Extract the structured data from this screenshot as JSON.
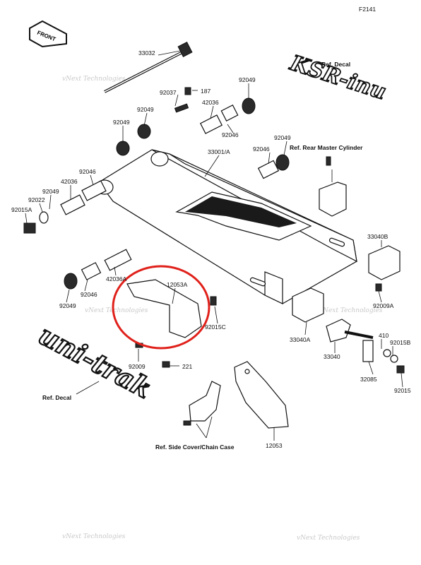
{
  "figure_code": "F2141",
  "front_arrow": "FRONT",
  "decal_upper": "KSR-inu",
  "decal_lower": "uni-trak",
  "watermark": "vNext Technologies",
  "colors": {
    "highlight": "#e0211b",
    "ink": "#111111"
  },
  "labels": {
    "p33032": "33032",
    "p92037": "92037",
    "p187": "187",
    "p42036_top": "42036",
    "p92049_topright": "92049",
    "p92049_a": "92049",
    "p92046_a": "92046",
    "p92049_b": "92049",
    "p33001A": "33001/A",
    "p92046_b": "92046",
    "p92049_c": "92049",
    "p92046_left": "92046",
    "p42036_left": "42036",
    "p92049_left": "92049",
    "p92022": "92022",
    "p92015A": "92015A",
    "p42036A": "42036A",
    "p92046_low": "92046",
    "p92049_low": "92049",
    "p12053A": "12053A",
    "p92015C": "92015C",
    "p92009": "92009",
    "p221": "221",
    "p33040B": "33040B",
    "p92009A": "92009A",
    "p33040A": "33040A",
    "p33040": "33040",
    "p410": "410",
    "p92015B": "92015B",
    "p32085": "32085",
    "p92015": "92015",
    "p12053": "12053",
    "ref_decal_top": "Ref. Decal",
    "ref_rear_master": "Ref. Rear Master Cylinder",
    "ref_decal_bottom": "Ref. Decal",
    "ref_side_cover": "Ref. Side Cover/Chain Case"
  }
}
